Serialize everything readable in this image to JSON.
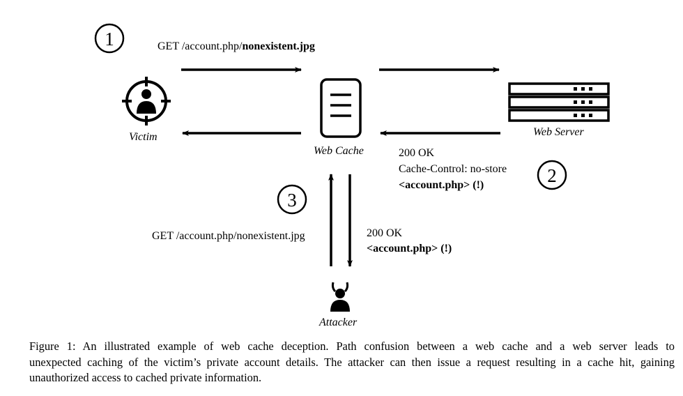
{
  "steps": [
    "1",
    "2",
    "3"
  ],
  "nodes": {
    "victim": "Victim",
    "web_cache": "Web Cache",
    "web_server": "Web Server",
    "attacker": "Attacker"
  },
  "step1": {
    "request_prefix": "GET /account.php/",
    "request_bold": "nonexistent.jpg"
  },
  "step2": {
    "status": "200 OK",
    "header": "Cache-Control: no-store",
    "body_bold": "<account.php>",
    "body_mark": "(!)"
  },
  "step3": {
    "request": "GET /account.php/nonexistent.jpg",
    "status": "200 OK",
    "body_bold": "<account.php>",
    "body_mark": "(!)"
  },
  "caption": {
    "line1": "Figure 1: An illustrated example of web cache deception. Path confusion between a web cache and a web server leads to",
    "line2": "unexpected caching of the victim’s private account details. The attacker can then issue a request resulting in a cache hit, gaining",
    "line3": "unauthorized access to cached private information."
  }
}
